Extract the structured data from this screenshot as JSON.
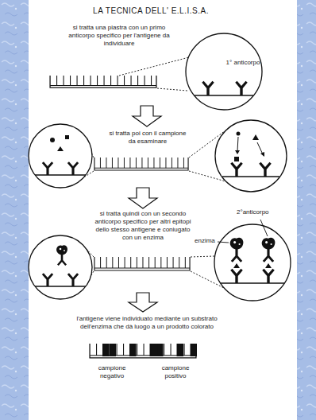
{
  "diagram": {
    "title": "LA TECNICA DELL' E.L.I.S.A.",
    "labels": [
      "si tratta una piastra con un primo anticorpo specifico per l'antigene da individuare",
      "1° anticorpo",
      "si tratta poi con il campione da esaminare",
      "si tratta quindi con un secondo anticorpo specifico per altri epitopi dello stesso antigene e coniugato con un enzima",
      "2°anticorpo",
      "enzima",
      "l'antigene viene individuato mediante un substrato dell'enzima che dà luogo a un prodotto colorato",
      "campione negativo",
      "campione positivo"
    ]
  }
}
